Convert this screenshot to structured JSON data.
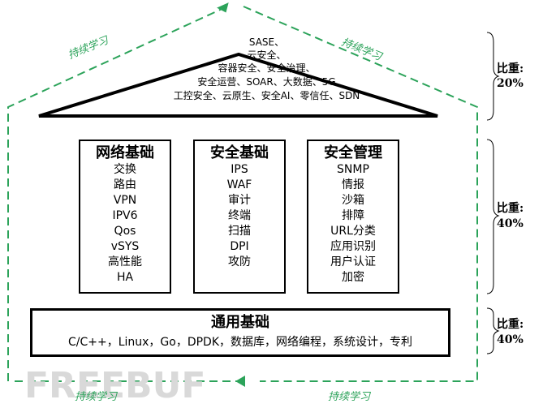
{
  "roof": {
    "lines": [
      "SASE、",
      "云安全、",
      "容器安全、安全治理、",
      "安全运营、SOAR、大数据、5G",
      "工控安全、云原生、安全AI、零信任、SDN"
    ]
  },
  "columns": [
    {
      "title": "网络基础",
      "items": [
        "交换",
        "路由",
        "VPN",
        "IPV6",
        "Qos",
        "vSYS",
        "高性能",
        "HA"
      ]
    },
    {
      "title": "安全基础",
      "items": [
        "IPS",
        "WAF",
        "审计",
        "终端",
        "扫描",
        "DPI",
        "攻防"
      ]
    },
    {
      "title": "安全管理",
      "items": [
        "SNMP",
        "情报",
        "沙箱",
        "排障",
        "URL分类",
        "应用识别",
        "用户认证",
        "加密"
      ]
    }
  ],
  "base": {
    "title": "通用基础",
    "text": "C/C++，Linux，Go，DPDK，数据库，网络编程，系统设计，专利"
  },
  "weights": [
    {
      "label": "比重:",
      "value": "20%"
    },
    {
      "label": "比重:",
      "value": "40%"
    },
    {
      "label": "比重:",
      "value": "40%"
    }
  ],
  "loop_labels": [
    "持续学习",
    "持续学习",
    "持续学习",
    "持续学习"
  ],
  "watermark": "FREEBUF",
  "colors": {
    "loop": "#2ca35a",
    "outline": "#000000",
    "watermark": "#d9d9d9"
  }
}
